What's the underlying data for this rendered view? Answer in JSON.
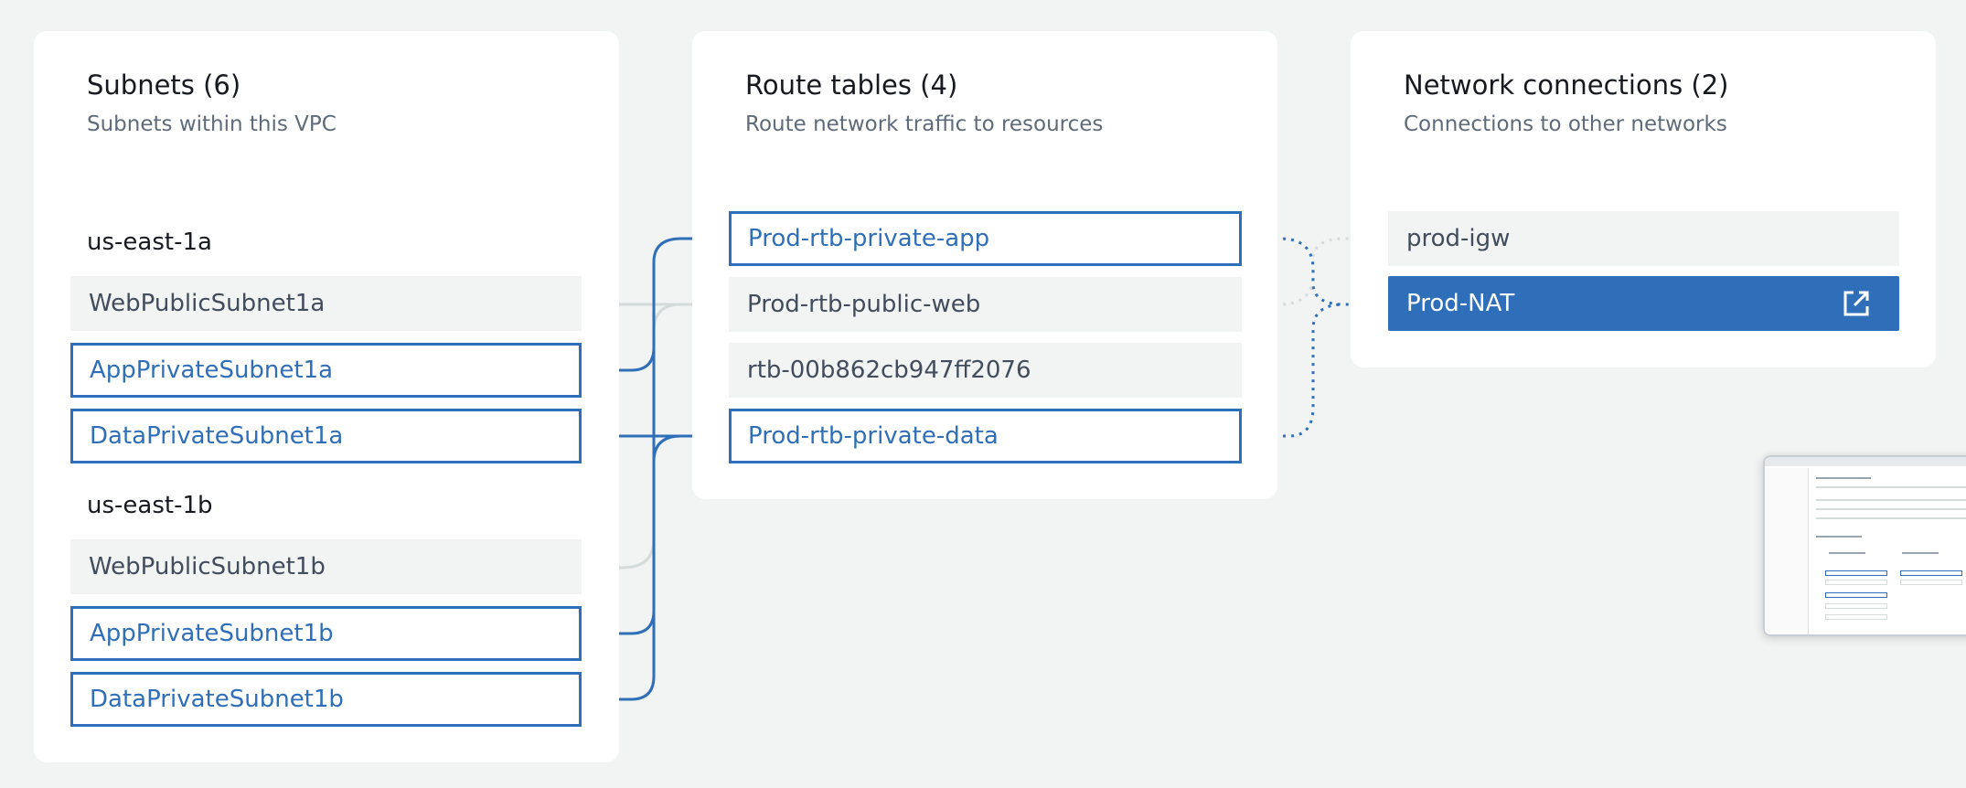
{
  "subnets": {
    "title": "Subnets (6)",
    "subtitle": "Subnets within this VPC",
    "groups": [
      {
        "az": "us-east-1a",
        "items": [
          "WebPublicSubnet1a",
          "AppPrivateSubnet1a",
          "DataPrivateSubnet1a"
        ]
      },
      {
        "az": "us-east-1b",
        "items": [
          "WebPublicSubnet1b",
          "AppPrivateSubnet1b",
          "DataPrivateSubnet1b"
        ]
      }
    ]
  },
  "route_tables": {
    "title": "Route tables (4)",
    "subtitle": "Route network traffic to resources",
    "items": [
      "Prod-rtb-private-app",
      "Prod-rtb-public-web",
      "rtb-00b862cb947ff2076",
      "Prod-rtb-private-data"
    ]
  },
  "network_connections": {
    "title": "Network connections (2)",
    "subtitle": "Connections to other networks",
    "items": [
      "prod-igw",
      "Prod-NAT"
    ]
  },
  "icons": {
    "external_link": "external-link-icon"
  },
  "colors": {
    "accent": "#2f6fb9",
    "background": "#f2f3f3",
    "panel": "#ffffff",
    "muted_line": "#d5dbdb",
    "text_muted": "#5f6b7a"
  }
}
